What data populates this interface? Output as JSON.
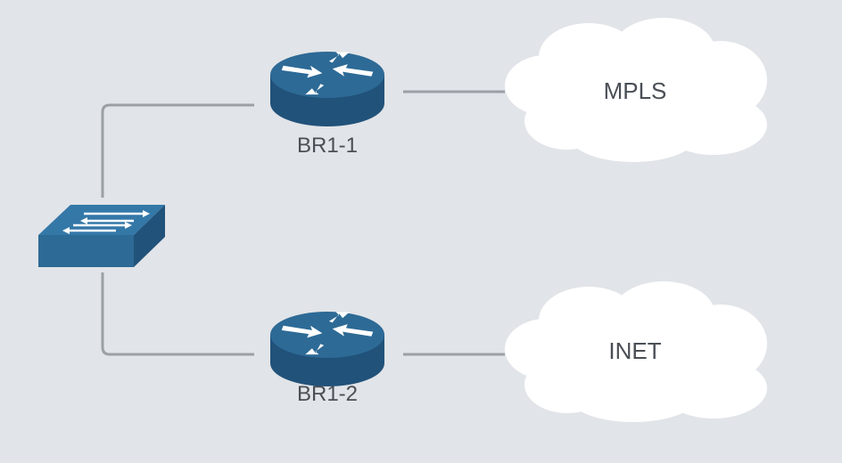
{
  "diagram": {
    "routers": [
      {
        "label": "BR1-1"
      },
      {
        "label": "BR1-2"
      }
    ],
    "clouds": [
      {
        "label": "MPLS"
      },
      {
        "label": "INET"
      }
    ],
    "switch": {
      "icon": "switch-icon"
    },
    "colors": {
      "background": "#e1e4e8",
      "device": "#2d6a96",
      "device_dark": "#21527a",
      "link": "#9aa0a6",
      "cloud": "#ffffff",
      "label": "#4a4f56"
    }
  }
}
